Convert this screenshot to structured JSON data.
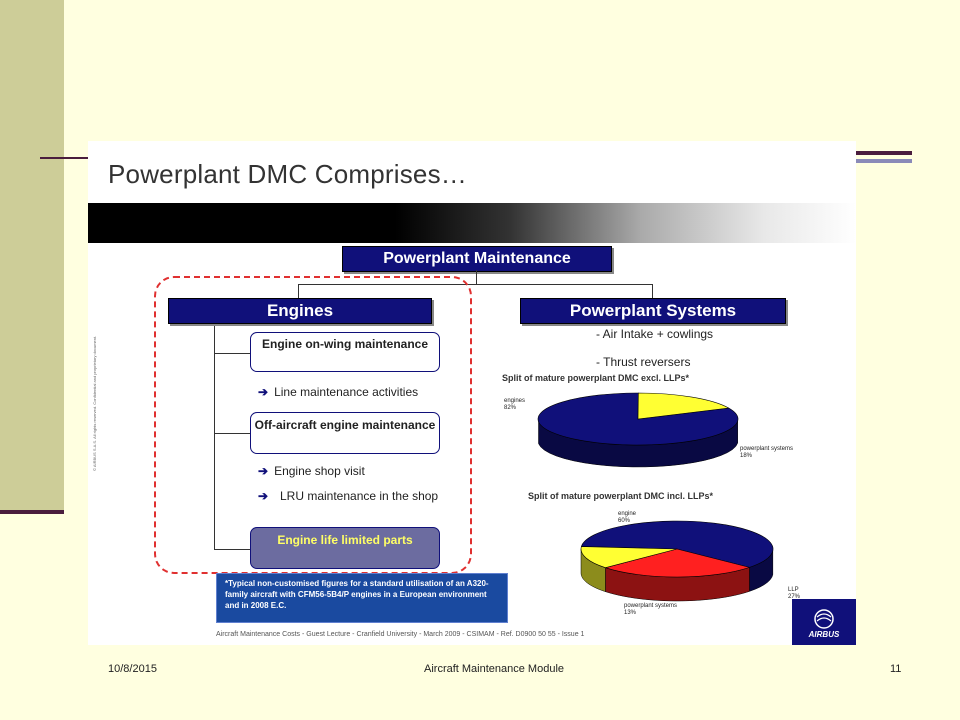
{
  "slide": {
    "title": "Powerplant DMC Comprises…",
    "powerplant_maintenance": "Powerplant Maintenance",
    "engines": "Engines",
    "powerplant_systems": "Powerplant Systems",
    "engine_on_wing": "Engine on-wing maintenance",
    "line_maintenance": "Line maintenance activities",
    "off_aircraft": "Off-aircraft engine maintenance",
    "engine_shop_visit": "Engine shop visit",
    "lru_maintenance": "LRU maintenance in the shop",
    "engine_life_limited": "Engine life limited parts",
    "ps_item_1": "- Air Intake + cowlings",
    "ps_item_2": "- Thrust reversers",
    "footnote": "*Typical non-customised figures for a standard utilisation of an A320-family aircraft with CFM56-5B4/P engines in a European environment and in 2008 E.C.",
    "source": "Aircraft Maintenance Costs - Guest Lecture - Cranfield University - March 2009 - CSIMAM - Ref. D0900 50 55 - Issue 1",
    "logo": "AIRBUS",
    "side_text": "© AIRBUS S.A.S. All rights reserved. Confidential and proprietary document."
  },
  "chart_data": [
    {
      "type": "pie",
      "title": "Split of mature powerplant DMC excl. LLPs*",
      "slices": [
        {
          "label": "engines",
          "value": 82,
          "value_text": "82%",
          "color": "#10107a"
        },
        {
          "label": "powerplant systems",
          "value": 18,
          "value_text": "18%",
          "color": "#ffff33"
        }
      ]
    },
    {
      "type": "pie",
      "title": "Split of mature powerplant DMC incl. LLPs*",
      "slices": [
        {
          "label": "engine",
          "value": 60,
          "value_text": "60%",
          "color": "#10107a"
        },
        {
          "label": "LLP",
          "value": 27,
          "value_text": "27%",
          "color": "#ff2020"
        },
        {
          "label": "powerplant systems",
          "value": 13,
          "value_text": "13%",
          "color": "#ffff33"
        }
      ]
    }
  ],
  "footer": {
    "date": "10/8/2015",
    "center": "Aircraft Maintenance Module",
    "page": "11"
  }
}
